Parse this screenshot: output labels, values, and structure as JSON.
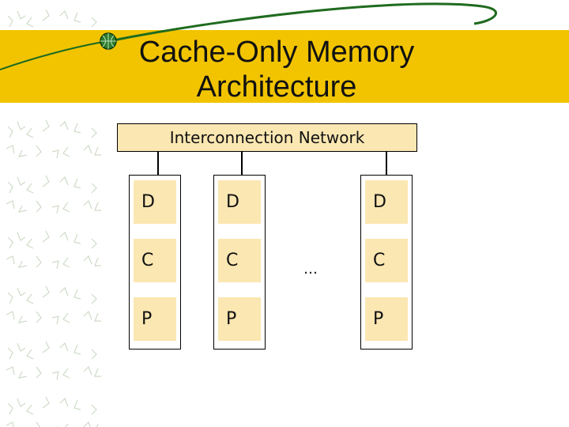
{
  "title": {
    "line1": "Cache-Only Memory",
    "line2": "Architecture"
  },
  "network": {
    "label": "Interconnection Network"
  },
  "nodes": [
    {
      "d": "D",
      "c": "C",
      "p": "P"
    },
    {
      "d": "D",
      "c": "C",
      "p": "P"
    },
    {
      "d": "D",
      "c": "C",
      "p": "P"
    }
  ],
  "ellipsis": "…",
  "colors": {
    "title_band": "#f2c400",
    "box_fill": "#fbe7b2",
    "accent_green": "#1f6b1f"
  }
}
